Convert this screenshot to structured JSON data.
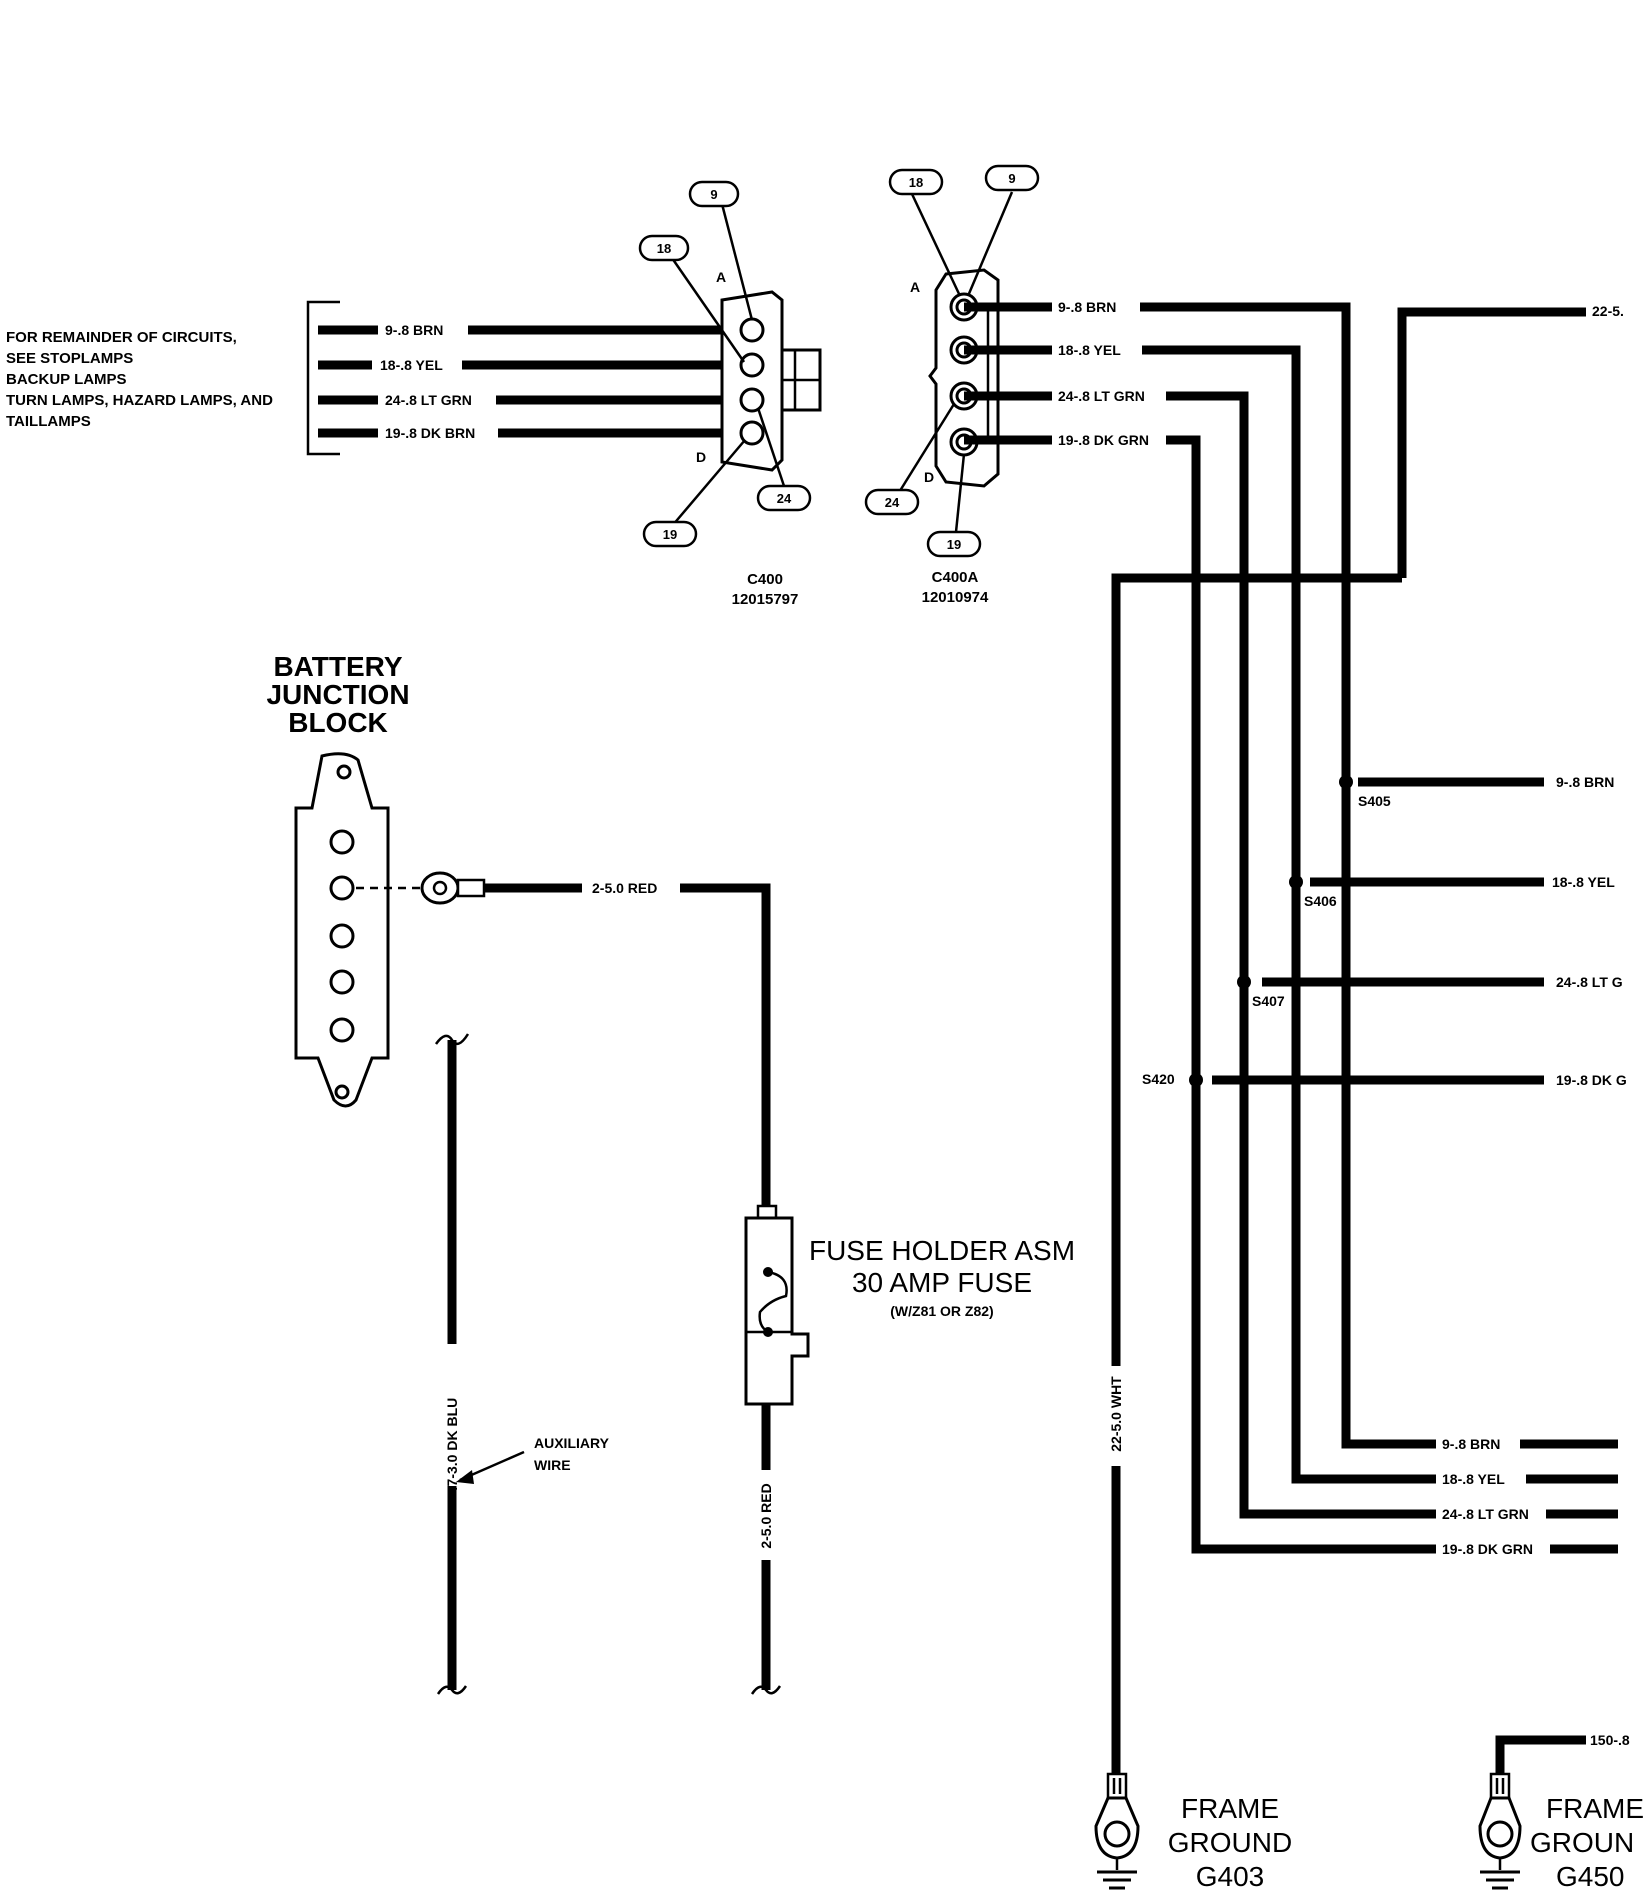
{
  "note": {
    "lines": [
      "FOR REMAINDER OF CIRCUITS,",
      "SEE STOPLAMPS",
      "BACKUP LAMPS",
      "TURN LAMPS, HAZARD LAMPS, AND",
      "TAILLAMPS"
    ]
  },
  "left_wires": [
    "9-.8 BRN",
    "18-.8 YEL",
    "24-.8 LT GRN",
    "19-.8 DK BRN"
  ],
  "c400": {
    "name": "C400",
    "part": "12015797",
    "cavity_a": "A",
    "cavity_d": "D",
    "tags": [
      "9",
      "18",
      "24",
      "19"
    ]
  },
  "c400a": {
    "name": "C400A",
    "part": "12010974",
    "cavity_a": "A",
    "cavity_d": "D",
    "tags": [
      "18",
      "9",
      "24",
      "19"
    ],
    "wires": [
      "9-.8 BRN",
      "18-.8 YEL",
      "24-.8 LT GRN",
      "19-.8 DK GRN"
    ]
  },
  "top_right_wire": "22-5.",
  "splices": [
    {
      "name": "S405",
      "wire": "9-.8 BRN"
    },
    {
      "name": "S406",
      "wire": "18-.8 YEL"
    },
    {
      "name": "S407",
      "wire": "24-.8 LT G"
    },
    {
      "name": "S420",
      "wire": "19-.8 DK G"
    }
  ],
  "bottom_wires": [
    "9-.8 BRN",
    "18-.8 YEL",
    "24-.8 LT GRN",
    "19-.8 DK GRN"
  ],
  "battery_block": {
    "title": [
      "BATTERY",
      "JUNCTION",
      "BLOCK"
    ]
  },
  "red_wire": "2-5.0 RED",
  "red_wire_lower": "2-5.0 RED",
  "aux_wire": {
    "code": "47-3.0 DK BLU",
    "label": [
      "AUXILIARY",
      "WIRE"
    ]
  },
  "fuse": {
    "line1": "FUSE HOLDER ASM",
    "line2": "30 AMP FUSE",
    "line3": "(W/Z81 OR Z82)"
  },
  "white_wire": "22-5.0 WHT",
  "ground_g403": {
    "line1": "FRAME",
    "line2": "GROUND",
    "line3": "G403"
  },
  "ground_g450": {
    "line1": "FRAME",
    "line2": "GROUN",
    "line3": "G450",
    "wire": "150-.8"
  }
}
